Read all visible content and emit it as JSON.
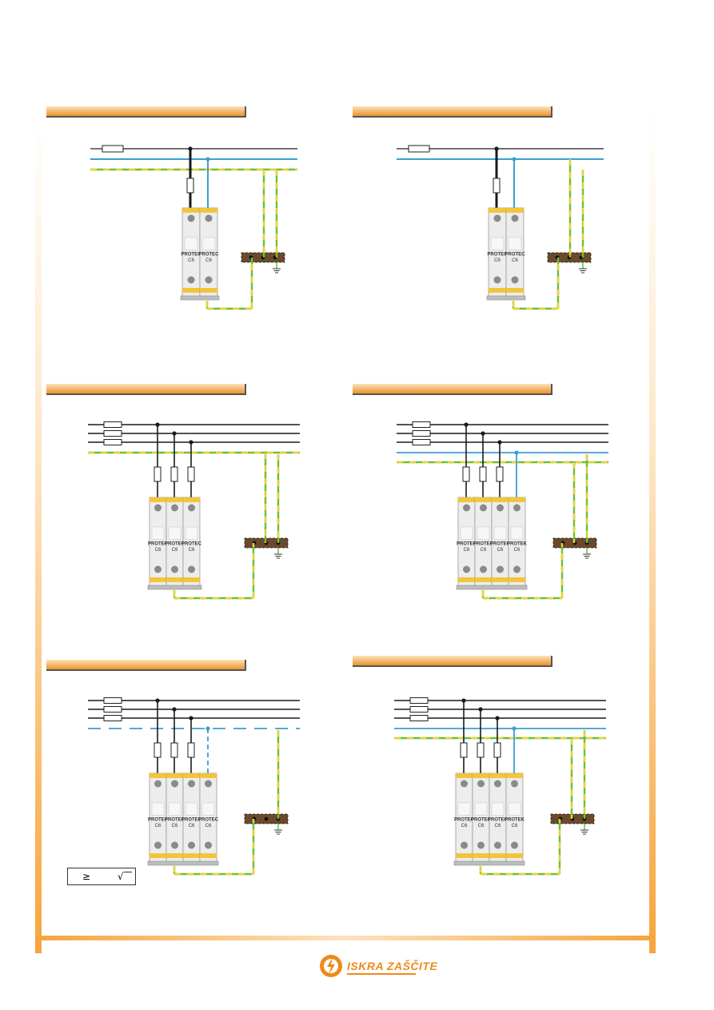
{
  "colors": {
    "accent": "#ed8a1c",
    "phase": "#1a1a1a",
    "neutral": "#3a9fd0",
    "pe_green": "#6cbf3e",
    "pe_yellow": "#e8d23a",
    "earth_bar": "#6b4a2b",
    "spd_yellow": "#f3c53a"
  },
  "spd_label_line1": "PROTEC",
  "spd_label_line2": "C6",
  "spd_label_alt": "PROTEK",
  "formula": {
    "geq": "≥",
    "sqrt": "√"
  },
  "logo": {
    "brand": "ISKRA ZAŠČITE",
    "icon": "lightning-bolt-icon"
  }
}
